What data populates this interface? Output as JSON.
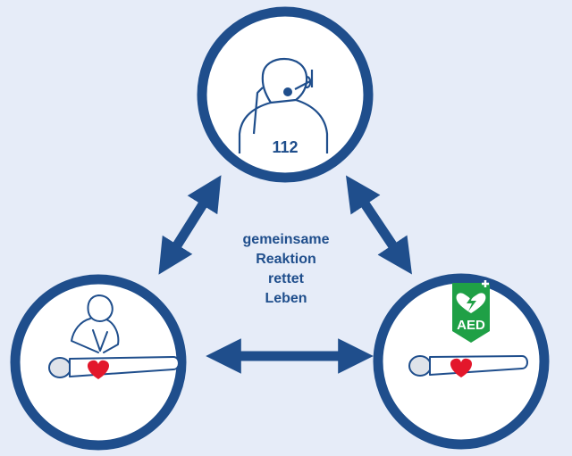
{
  "center_text": [
    "gemeinsame",
    "Reaktion",
    "rettet",
    "Leben"
  ],
  "emergency_number": "112",
  "aed_label": "AED",
  "colors": {
    "background": "#e6ecf8",
    "navy": "#1f4e8c",
    "heart": "#e3172b",
    "aed_green": "#1fa046"
  },
  "icons": {
    "top": "headset-operator-icon",
    "left": "cpr-compression-icon",
    "right": "aed-defibrillator-icon",
    "heart": "heart-icon"
  }
}
